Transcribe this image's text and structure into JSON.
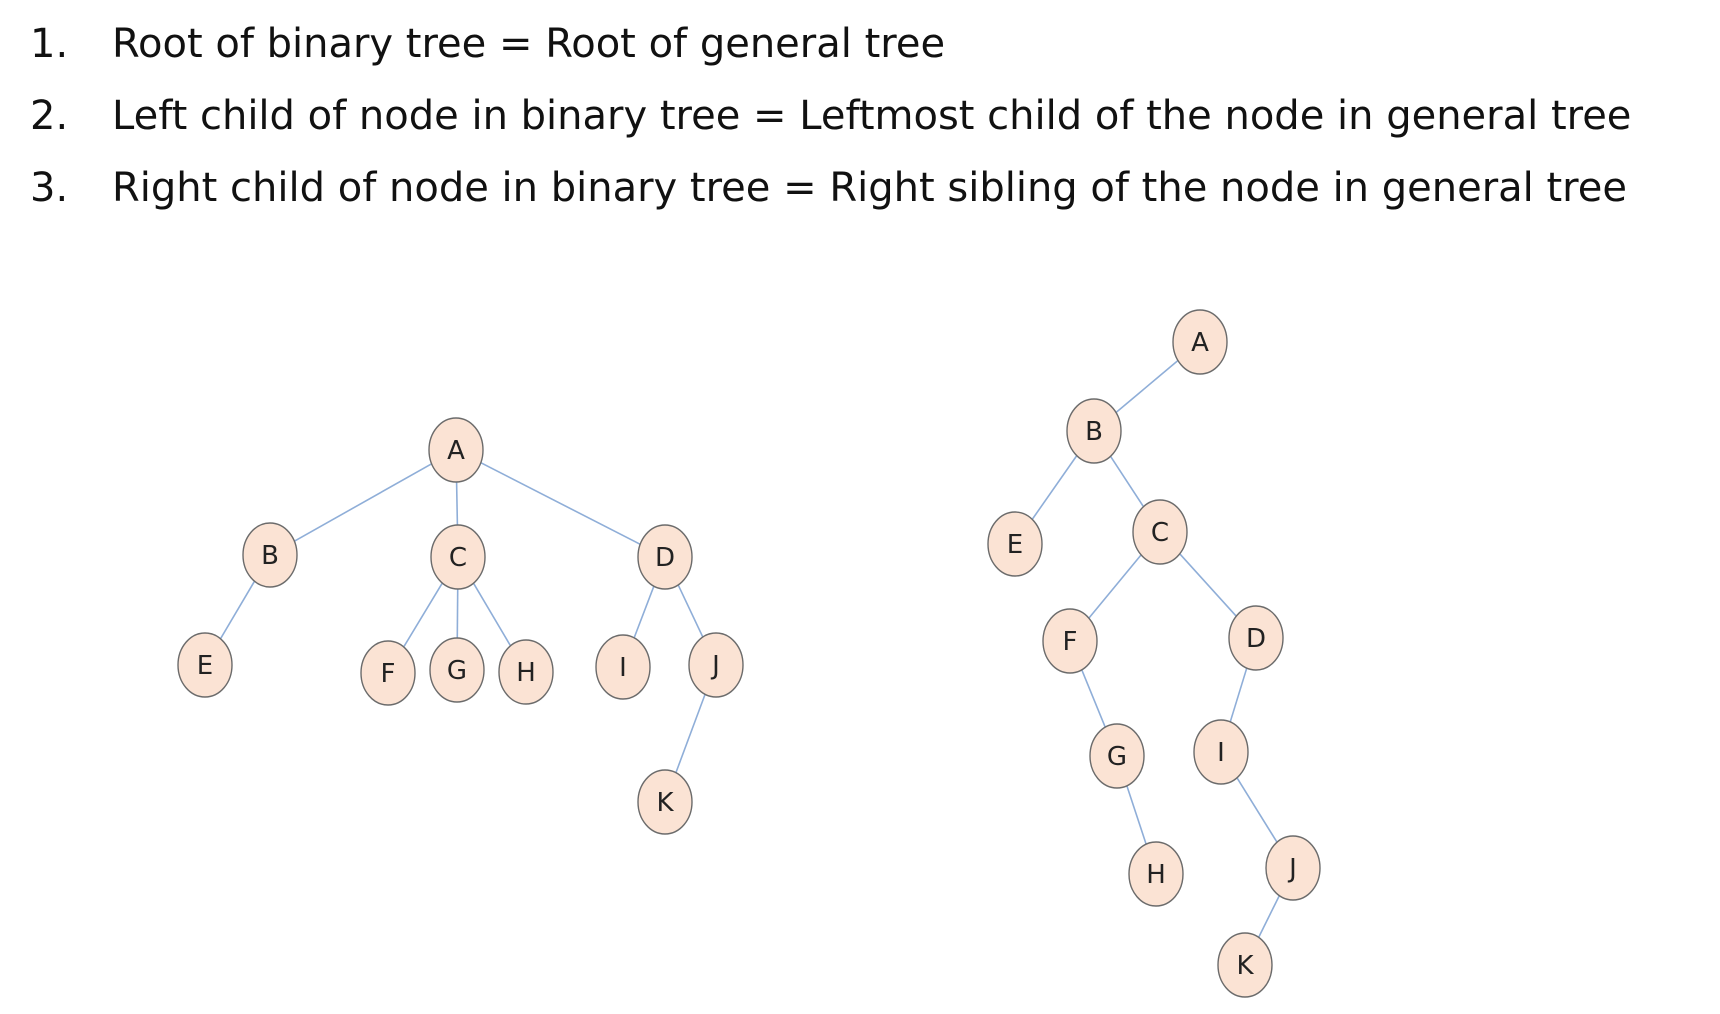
{
  "rules": [
    {
      "num": "1.",
      "text": "Root of binary tree = Root of general tree"
    },
    {
      "num": "2.",
      "text": "Left child of node in binary tree = Leftmost child of the node in general tree"
    },
    {
      "num": "3.",
      "text": "Right child of node in binary tree = Right sibling of the node in general tree"
    }
  ],
  "colors": {
    "node_fill": "#fbe3d4",
    "node_stroke": "#6b6b6b",
    "edge": "#8faed8",
    "text": "#111111"
  },
  "general_tree": {
    "nodes": [
      "A",
      "B",
      "C",
      "D",
      "E",
      "F",
      "G",
      "H",
      "I",
      "J",
      "K"
    ],
    "edges": [
      [
        "A",
        "B"
      ],
      [
        "A",
        "C"
      ],
      [
        "A",
        "D"
      ],
      [
        "B",
        "E"
      ],
      [
        "C",
        "F"
      ],
      [
        "C",
        "G"
      ],
      [
        "C",
        "H"
      ],
      [
        "D",
        "I"
      ],
      [
        "D",
        "J"
      ],
      [
        "J",
        "K"
      ]
    ]
  },
  "binary_tree": {
    "nodes": [
      "A",
      "B",
      "C",
      "D",
      "E",
      "F",
      "G",
      "H",
      "I",
      "J",
      "K"
    ],
    "edges": [
      [
        "A",
        "B"
      ],
      [
        "B",
        "E"
      ],
      [
        "B",
        "C"
      ],
      [
        "C",
        "F"
      ],
      [
        "C",
        "D"
      ],
      [
        "F",
        "G"
      ],
      [
        "G",
        "H"
      ],
      [
        "D",
        "I"
      ],
      [
        "I",
        "J"
      ],
      [
        "J",
        "K"
      ]
    ]
  }
}
